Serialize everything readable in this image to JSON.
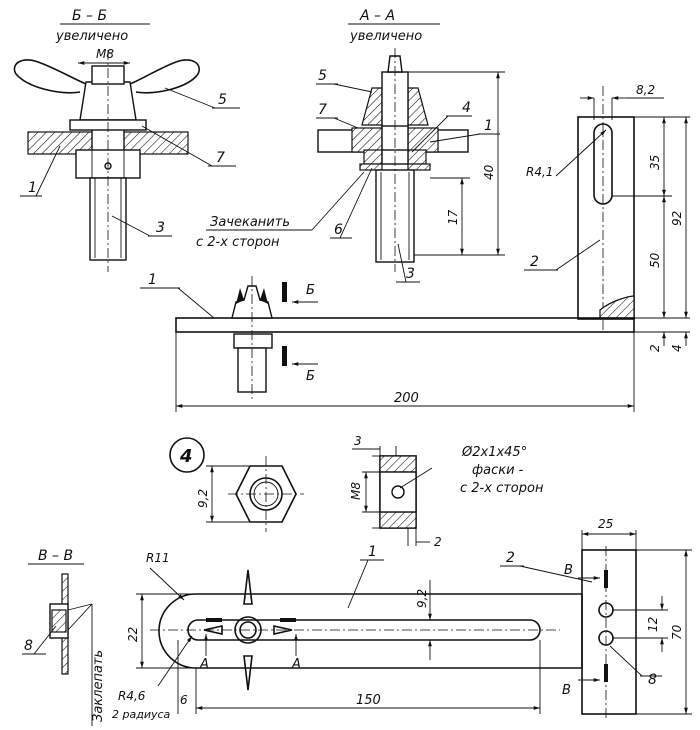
{
  "sections": {
    "bb": {
      "title": "Б – Б",
      "subtitle": "увеличено"
    },
    "aa": {
      "title": "А – А",
      "subtitle": "увеличено"
    },
    "vv": {
      "title": "В – В"
    }
  },
  "part_labels": {
    "p1": "1",
    "p2": "2",
    "p3": "3",
    "p4": "4",
    "p5": "5",
    "p6": "6",
    "p7": "7",
    "p8": "8",
    "detail4": "4"
  },
  "dimensions": {
    "m8": "М8",
    "d8_2": "8,2",
    "r4_1": "R4,1",
    "d35": "35",
    "d92": "92",
    "d50": "50",
    "d40": "40",
    "d17": "17",
    "d2": "2",
    "d4": "4",
    "d200": "200",
    "d3": "3",
    "d9_2": "9,2",
    "d25": "25",
    "r11": "R11",
    "d22": "22",
    "d12": "12",
    "d70": "70",
    "r4_6": "R4,6",
    "d6": "6",
    "d150": "150"
  },
  "notes": {
    "caulk_1": "Зачеканить",
    "caulk_2": "с 2-х сторон",
    "chamfer_1": "Ø2х1х45°",
    "chamfer_2": "фаски -",
    "chamfer_3": "с 2-х сторон",
    "two_radii": "2 радиуса",
    "rivet": "Заклепать"
  },
  "section_marks": {
    "b": "Б",
    "a": "А",
    "v": "В"
  }
}
